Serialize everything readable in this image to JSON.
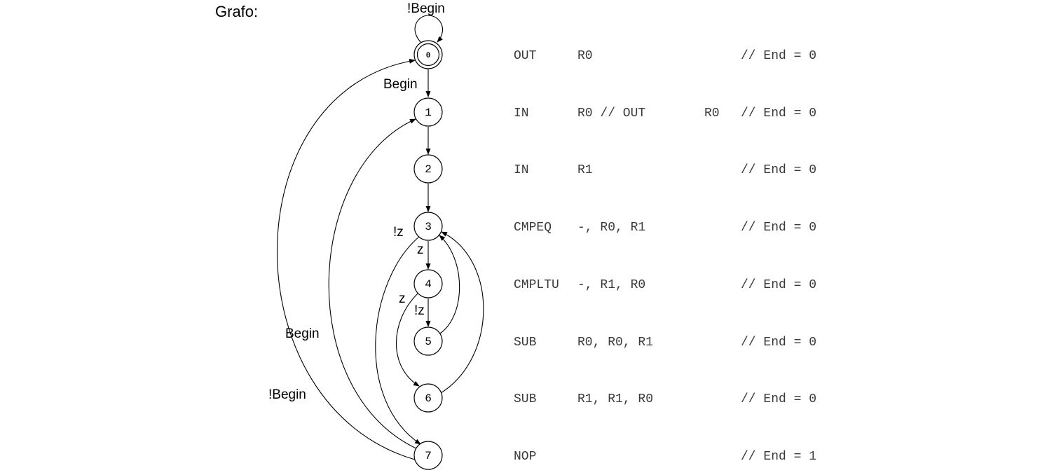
{
  "title": "Grafo:",
  "states": [
    {
      "id": "0",
      "initial": true
    },
    {
      "id": "1"
    },
    {
      "id": "2"
    },
    {
      "id": "3"
    },
    {
      "id": "4"
    },
    {
      "id": "5"
    },
    {
      "id": "6"
    },
    {
      "id": "7"
    }
  ],
  "edge_labels": {
    "self_0": "!Begin",
    "e0_1": "Begin",
    "e3_4": "z",
    "e3_7": "!z",
    "e4_5": "!z",
    "e4_6": "z",
    "e7_1": "Begin",
    "e7_0": "!Begin"
  },
  "transitions": [
    {
      "from": "0",
      "to": "0",
      "label": "!Begin"
    },
    {
      "from": "0",
      "to": "1",
      "label": "Begin"
    },
    {
      "from": "1",
      "to": "2",
      "label": ""
    },
    {
      "from": "2",
      "to": "3",
      "label": ""
    },
    {
      "from": "3",
      "to": "4",
      "label": "z"
    },
    {
      "from": "3",
      "to": "7",
      "label": "!z"
    },
    {
      "from": "4",
      "to": "5",
      "label": "!z"
    },
    {
      "from": "4",
      "to": "6",
      "label": "z"
    },
    {
      "from": "5",
      "to": "3",
      "label": ""
    },
    {
      "from": "6",
      "to": "3",
      "label": ""
    },
    {
      "from": "7",
      "to": "1",
      "label": "Begin"
    },
    {
      "from": "7",
      "to": "0",
      "label": "!Begin"
    }
  ],
  "code": [
    {
      "op": "OUT",
      "args": "R0",
      "comment": "// End = 0"
    },
    {
      "op": "IN",
      "args": "R0 // OUT",
      "extra": "R0",
      "comment": "// End = 0"
    },
    {
      "op": "IN",
      "args": "R1",
      "comment": "// End = 0"
    },
    {
      "op": "CMPEQ",
      "args": "-, R0, R1",
      "comment": "// End = 0"
    },
    {
      "op": "CMPLTU",
      "args": "-, R1, R0",
      "comment": "// End = 0"
    },
    {
      "op": "SUB",
      "args": "R0, R0, R1",
      "comment": "// End = 0"
    },
    {
      "op": "SUB",
      "args": "R1, R1, R0",
      "comment": "// End = 0"
    },
    {
      "op": "NOP",
      "args": "",
      "comment": "// End = 1"
    }
  ]
}
